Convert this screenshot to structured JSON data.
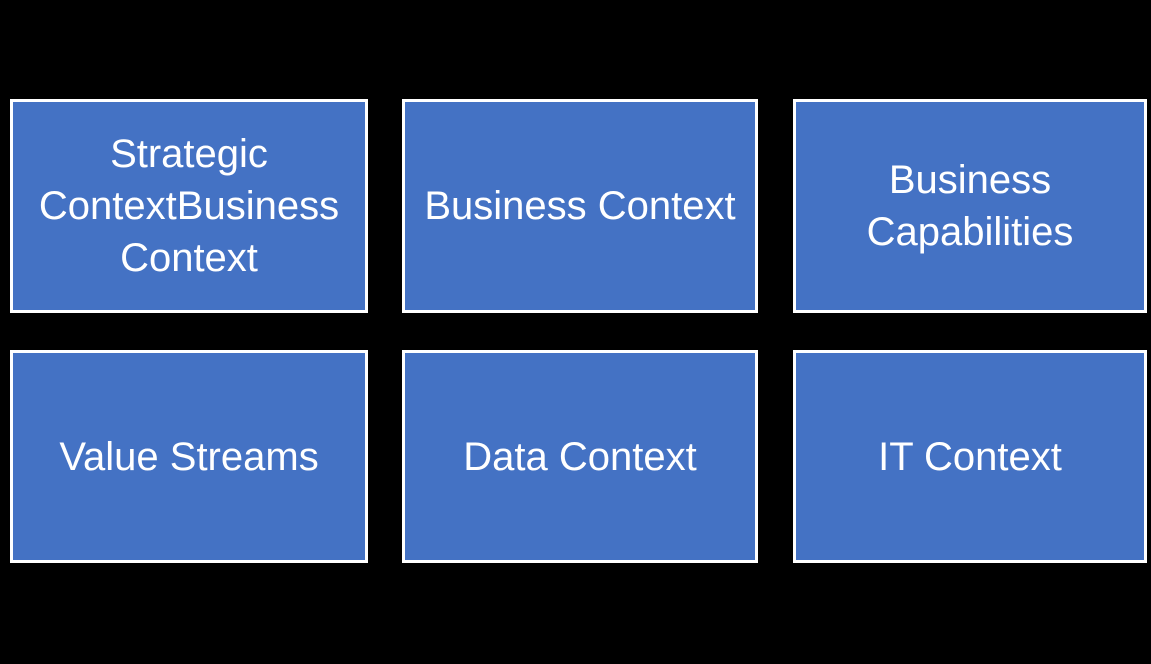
{
  "diagram": {
    "type": "grid-of-boxes",
    "rows": 2,
    "cols": 3,
    "colors": {
      "background": "#000000",
      "box_fill": "#4472C4",
      "box_border": "#FFFFFF",
      "box_text": "#FFFFFF"
    },
    "boxes": [
      {
        "id": "strategic-context-business-context",
        "label": "Strategic ContextBusiness Context",
        "row": 1,
        "col": 1
      },
      {
        "id": "business-context",
        "label": "Business Context",
        "row": 1,
        "col": 2
      },
      {
        "id": "business-capabilities",
        "label": "Business Capabilities",
        "row": 1,
        "col": 3
      },
      {
        "id": "value-streams",
        "label": "Value Streams",
        "row": 2,
        "col": 1
      },
      {
        "id": "data-context",
        "label": "Data Context",
        "row": 2,
        "col": 2
      },
      {
        "id": "it-context",
        "label": "IT Context",
        "row": 2,
        "col": 3
      }
    ]
  }
}
